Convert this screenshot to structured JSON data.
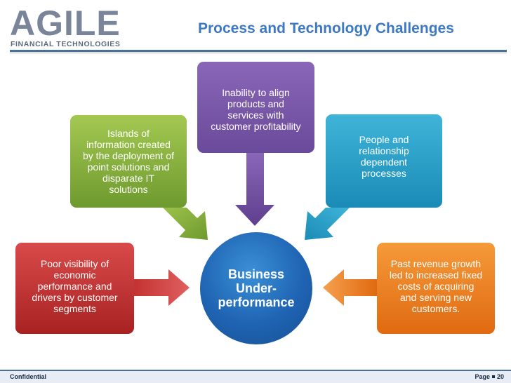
{
  "header": {
    "logo_main": "AGILE",
    "logo_sub": "FINANCIAL TECHNOLOGIES",
    "title": "Process and Technology Challenges"
  },
  "diagram": {
    "center": "Business\nUnder-\nperformance",
    "boxes": {
      "top": "Inability to align\nproducts and\nservices with\ncustomer profitability",
      "upper_left": "Islands of\ninformation created\nby the deployment of\npoint solutions and\ndisparate IT\nsolutions",
      "upper_right": "People and\nrelationship\ndependent\nprocesses",
      "left": "Poor visibility of\neconomic\nperformance and\ndrivers by customer\nsegments",
      "right": "Past revenue growth\nled to increased fixed\ncosts of acquiring\nand serving new\ncustomers."
    },
    "colors": {
      "top": "#7a58a8",
      "upper_left": "#8cb443",
      "upper_right": "#27a0cb",
      "left": "#c43232",
      "right": "#ec7d22",
      "center": "#1f64b3"
    }
  },
  "footer": {
    "left": "Confidential",
    "page_label": "Page",
    "page_number": "20"
  }
}
